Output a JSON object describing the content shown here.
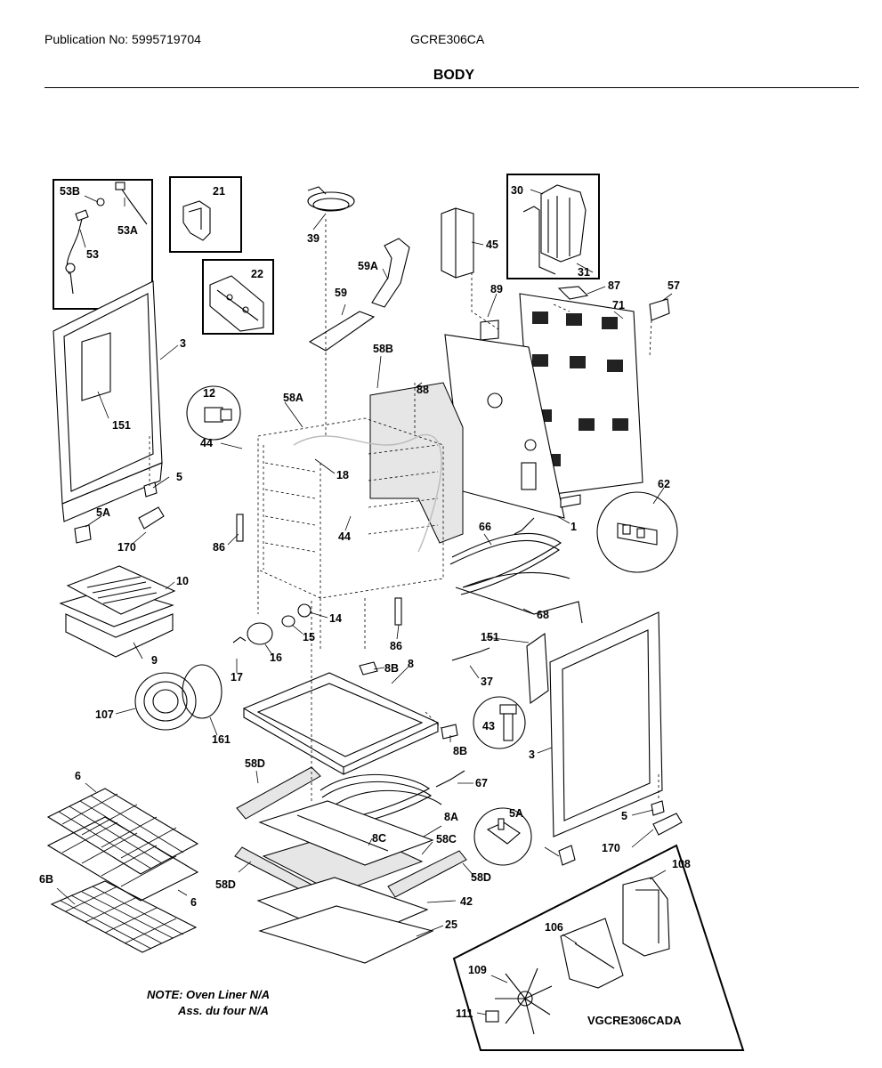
{
  "header": {
    "publication": "Publication No: 5995719704",
    "model": "GCRE306CA",
    "title": "BODY"
  },
  "labels": {
    "p53B": "53B",
    "p53A": "53A",
    "p53": "53",
    "p21": "21",
    "p22": "22",
    "p39": "39",
    "p59A": "59A",
    "p59": "59",
    "p45": "45",
    "p30": "30",
    "p31": "31",
    "p89": "89",
    "p87": "87",
    "p57": "57",
    "p71": "71",
    "p3a": "3",
    "p151a": "151",
    "p58B": "58B",
    "p88": "88",
    "p12": "12",
    "p58A": "58A",
    "p44a": "44",
    "p18": "18",
    "p5a": "5",
    "p5Aa": "5A",
    "p170a": "170",
    "p86a": "86",
    "p44b": "44",
    "p62": "62",
    "p66": "66",
    "p1": "1",
    "p10": "10",
    "p9": "9",
    "p14": "14",
    "p15": "15",
    "p16": "16",
    "p86b": "86",
    "p68": "68",
    "p151b": "151",
    "p17": "17",
    "p8B1": "8B",
    "p37": "37",
    "p8": "8",
    "p107": "107",
    "p161": "161",
    "p43": "43",
    "p8B2": "8B",
    "p3b": "3",
    "p58D1": "58D",
    "p67": "67",
    "p6a": "6",
    "p8A": "8A",
    "p5Ab": "5A",
    "p5b": "5",
    "p8C": "8C",
    "p58C": "58C",
    "p170b": "170",
    "p6B": "6B",
    "p58D2": "58D",
    "p58D3": "58D",
    "p108": "108",
    "p6b": "6",
    "p42": "42",
    "p25": "25",
    "p106": "106",
    "p109": "109",
    "p111": "111"
  },
  "note": {
    "line1": "NOTE: Oven Liner N/A",
    "line2": "Ass. du four N/A"
  },
  "diagram_code": "VGCRE306CADA"
}
